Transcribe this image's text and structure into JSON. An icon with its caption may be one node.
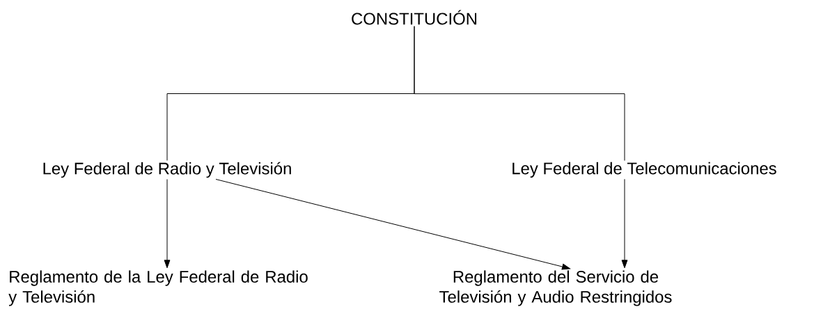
{
  "diagram": {
    "nodes": [
      {
        "text": [
          "CONSTITUCIÓN"
        ]
      },
      {
        "text": [
          "Ley Federal de Radio y Televisión"
        ]
      },
      {
        "text": [
          "Ley Federal de Telecomunicaciones"
        ]
      },
      {
        "text": [
          "Reglamento de la Ley Federal de Radio y Televisión"
        ]
      },
      {
        "text": [
          "Reglamento del Servicio de Televisión y Audio Restringidos"
        ]
      }
    ],
    "edges": [
      {
        "from": 0,
        "to": 1,
        "arrow": "none"
      },
      {
        "from": 0,
        "to": 2,
        "arrow": "none"
      },
      {
        "from": 1,
        "to": 3,
        "arrow": "to"
      },
      {
        "from": 1,
        "to": 4,
        "arrow": "to"
      },
      {
        "from": 2,
        "to": 4,
        "arrow": "to"
      }
    ]
  }
}
